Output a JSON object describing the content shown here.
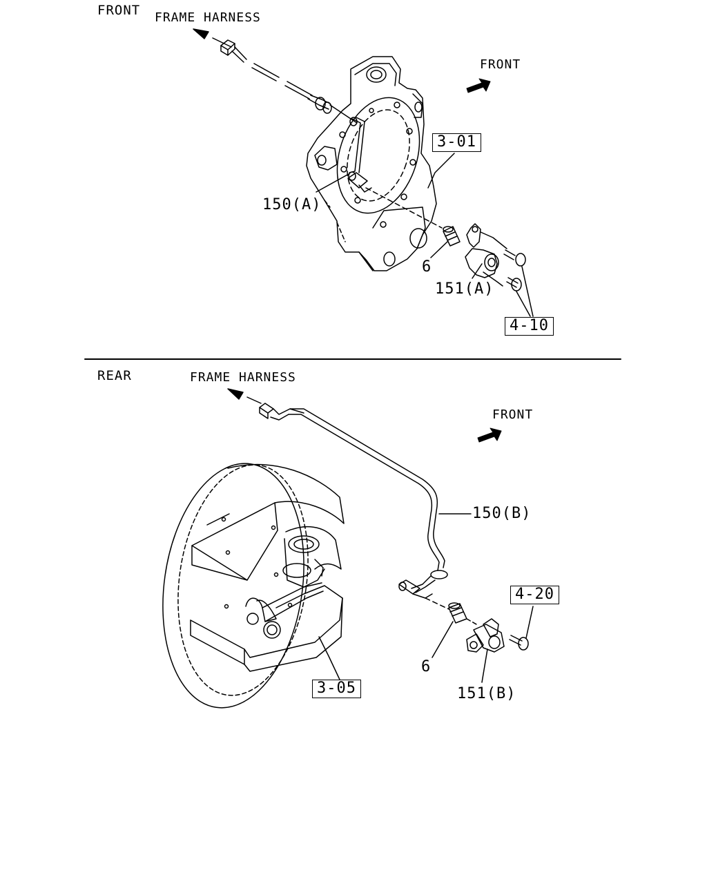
{
  "front_section": {
    "title": "FRONT",
    "harness_label": "FRAME HARNESS",
    "direction_label": "FRONT",
    "ref_assembly": "3-01",
    "ref_bolts": "4-10",
    "part_sensor": "150(A)",
    "part_sleeve": "6",
    "part_bracket": "151(A)"
  },
  "rear_section": {
    "title": "REAR",
    "harness_label": "FRAME HARNESS",
    "direction_label": "FRONT",
    "ref_assembly": "3-05",
    "ref_bolt": "4-20",
    "part_sensor": "150(B)",
    "part_sleeve": "6",
    "part_bracket": "151(B)"
  }
}
